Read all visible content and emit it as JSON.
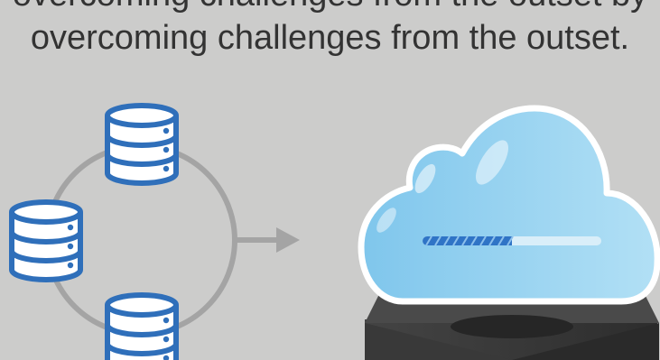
{
  "caption": {
    "line1": "overcoming challenges from the outset by",
    "line2": "overcoming challenges from the outset."
  },
  "diagram": {
    "nodes": [
      {
        "name": "database-top",
        "icon": "database-icon"
      },
      {
        "name": "database-left",
        "icon": "database-icon"
      },
      {
        "name": "database-bottom",
        "icon": "database-icon"
      }
    ],
    "connector": "arrow-right-icon",
    "target": "cloud-icon",
    "device": "server-box-icon",
    "upload_progress": 0.5
  },
  "colors": {
    "background": "#cccccb",
    "database_stroke": "#2f6fba",
    "database_fill": "#ffffff",
    "ring": "#a4a4a4",
    "cloud_light": "#b2e0f5",
    "cloud_mid": "#7fc6ec",
    "progress_fill": "#2f74c6",
    "device": "#3a3a3a"
  }
}
